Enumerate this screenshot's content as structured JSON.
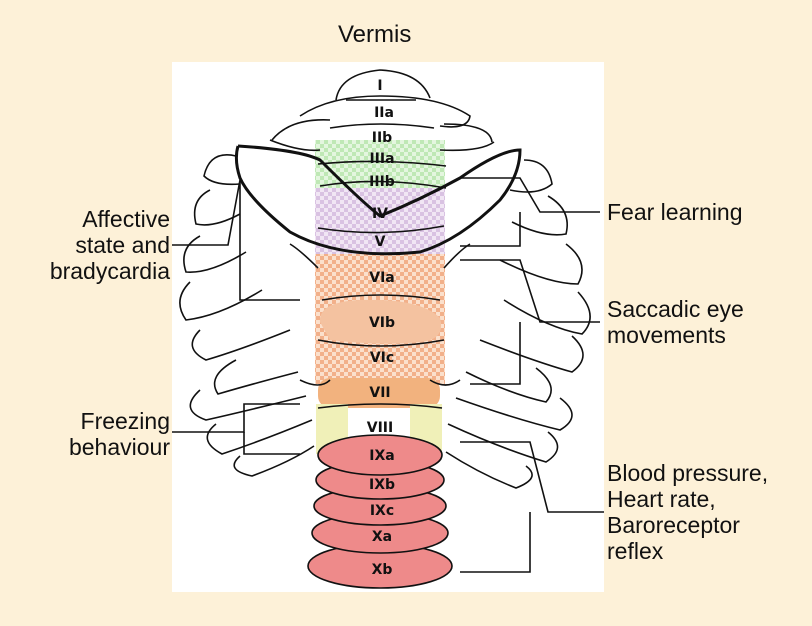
{
  "title": "Vermis",
  "lobules": [
    "I",
    "IIa",
    "IIb",
    "IIIa",
    "IIIb",
    "IV",
    "V",
    "VIa",
    "VIb",
    "VIc",
    "VII",
    "VIII",
    "IXa",
    "IXb",
    "IXc",
    "Xa",
    "Xb"
  ],
  "functions": {
    "affective": [
      "Affective",
      "state and",
      "bradycardia"
    ],
    "freezing": [
      "Freezing",
      "behaviour"
    ],
    "fear": [
      "Fear learning"
    ],
    "saccadic": [
      "Saccadic eye",
      "movements"
    ],
    "blood": [
      "Blood pressure,",
      "Heart rate,",
      "Baroreceptor",
      "reflex"
    ]
  },
  "colors": {
    "background": "#fdf1d8",
    "green_region": "#c8ecc0",
    "purple_region": "#e2cfe8",
    "orange_region": "#f6c09c",
    "orange_solid": "#f2b27e",
    "yellow_region": "#f0f0b0",
    "red_region": "#ee8a8a"
  }
}
